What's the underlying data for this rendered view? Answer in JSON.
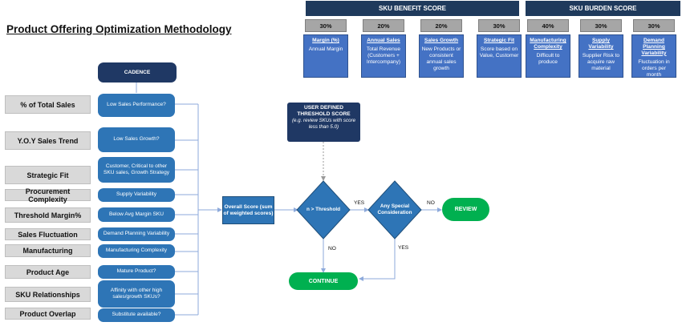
{
  "title": "Product Offering Optimization Methodology",
  "benefit": {
    "header": "SKU BENEFIT SCORE",
    "items": [
      {
        "pct": "30%",
        "heading": "Margin (%)",
        "desc": "Annual Margin"
      },
      {
        "pct": "20%",
        "heading": "Annual Sales",
        "desc": "Total Revenue (Customers + Intercompany)"
      },
      {
        "pct": "20%",
        "heading": "Sales Growth",
        "desc": "New Products or consistent annual sales growth"
      },
      {
        "pct": "30%",
        "heading": "Strategic Fit",
        "desc": "Score based on Value, Customer"
      }
    ]
  },
  "burden": {
    "header": "SKU BURDEN SCORE",
    "items": [
      {
        "pct": "40%",
        "heading": "Manufacturing Complexity",
        "desc": "Difficult to produce"
      },
      {
        "pct": "30%",
        "heading": "Supply Variability",
        "desc": "Supplier Risk to acquire raw material"
      },
      {
        "pct": "30%",
        "heading": "Demand Planning Variability",
        "desc": "Fluctuation in orders per month"
      }
    ]
  },
  "cadence": "CADENCE",
  "criteria": [
    {
      "label": "% of Total Sales",
      "question": "Low Sales Performance?"
    },
    {
      "label": "Y.O.Y Sales Trend",
      "question": "Low Sales Growth?"
    },
    {
      "label": "Strategic Fit",
      "question": "Customer, Critical to other SKU sales, Growth Strategy"
    },
    {
      "label": "Procurement Complexity",
      "question": "Supply Variability"
    },
    {
      "label": "Threshold Margin%",
      "question": "Below Avg Margin SKU"
    },
    {
      "label": "Sales Fluctuation",
      "question": "Demand Planning Variability"
    },
    {
      "label": "Manufacturing",
      "question": "Manufacturing Complexity"
    },
    {
      "label": "Product Age",
      "question": "Mature Product?"
    },
    {
      "label": "SKU Relationships",
      "question": "Affinity with other high sales/growth SKUs?"
    },
    {
      "label": "Product Overlap",
      "question": "Substitute available?"
    }
  ],
  "threshold": {
    "title": "USER DEFINED THRESHOLD SCORE",
    "note": "(e.g. review SKUs with score less than 5.0)"
  },
  "overall_score": "Overall Score (sum of weighted scores)",
  "decision1": "n > Threshold",
  "decision2": "Any Special Consideration",
  "review": "REVIEW",
  "continue": "CONTINUE",
  "edges": {
    "yes1": "YES",
    "no1": "NO",
    "yes2": "YES",
    "no2": "NO"
  }
}
